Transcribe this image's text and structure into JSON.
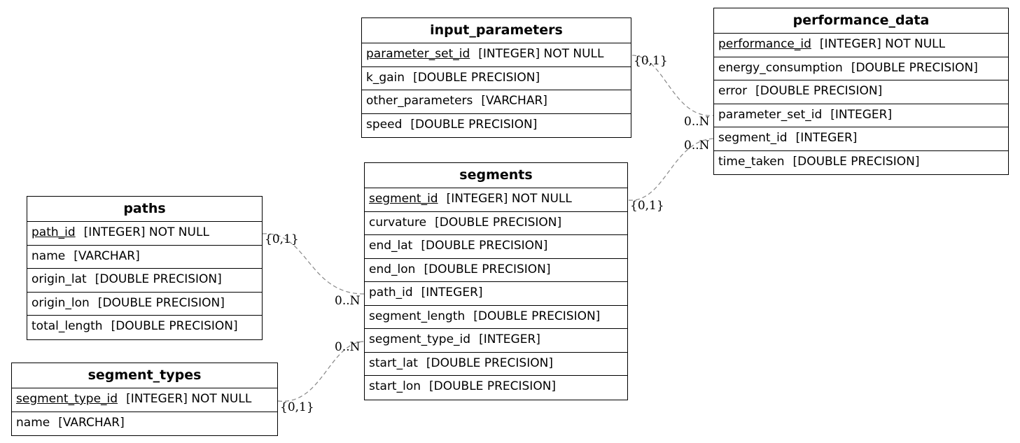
{
  "tables": {
    "input_parameters": {
      "name": "input_parameters",
      "columns": [
        {
          "name": "parameter_set_id",
          "type": "[INTEGER] NOT NULL",
          "pk": true
        },
        {
          "name": "k_gain",
          "type": "[DOUBLE PRECISION]"
        },
        {
          "name": "other_parameters",
          "type": "[VARCHAR]"
        },
        {
          "name": "speed",
          "type": "[DOUBLE PRECISION]"
        }
      ]
    },
    "performance_data": {
      "name": "performance_data",
      "columns": [
        {
          "name": "performance_id",
          "type": "[INTEGER] NOT NULL",
          "pk": true
        },
        {
          "name": "energy_consumption",
          "type": "[DOUBLE PRECISION]"
        },
        {
          "name": "error",
          "type": "[DOUBLE PRECISION]"
        },
        {
          "name": "parameter_set_id",
          "type": "[INTEGER]"
        },
        {
          "name": "segment_id",
          "type": "[INTEGER]"
        },
        {
          "name": "time_taken",
          "type": "[DOUBLE PRECISION]"
        }
      ]
    },
    "segments": {
      "name": "segments",
      "columns": [
        {
          "name": "segment_id",
          "type": "[INTEGER] NOT NULL",
          "pk": true
        },
        {
          "name": "curvature",
          "type": "[DOUBLE PRECISION]"
        },
        {
          "name": "end_lat",
          "type": "[DOUBLE PRECISION]"
        },
        {
          "name": "end_lon",
          "type": "[DOUBLE PRECISION]"
        },
        {
          "name": "path_id",
          "type": "[INTEGER]"
        },
        {
          "name": "segment_length",
          "type": "[DOUBLE PRECISION]"
        },
        {
          "name": "segment_type_id",
          "type": "[INTEGER]"
        },
        {
          "name": "start_lat",
          "type": "[DOUBLE PRECISION]"
        },
        {
          "name": "start_lon",
          "type": "[DOUBLE PRECISION]"
        }
      ]
    },
    "paths": {
      "name": "paths",
      "columns": [
        {
          "name": "path_id",
          "type": "[INTEGER] NOT NULL",
          "pk": true
        },
        {
          "name": "name",
          "type": "[VARCHAR]"
        },
        {
          "name": "origin_lat",
          "type": "[DOUBLE PRECISION]"
        },
        {
          "name": "origin_lon",
          "type": "[DOUBLE PRECISION]"
        },
        {
          "name": "total_length",
          "type": "[DOUBLE PRECISION]"
        }
      ]
    },
    "segment_types": {
      "name": "segment_types",
      "columns": [
        {
          "name": "segment_type_id",
          "type": "[INTEGER] NOT NULL",
          "pk": true
        },
        {
          "name": "name",
          "type": "[VARCHAR]"
        }
      ]
    }
  },
  "relations": [
    {
      "from": "performance_data.parameter_set_id",
      "to": "input_parameters.parameter_set_id",
      "many_label": "0..N",
      "one_label": "{0,1}"
    },
    {
      "from": "performance_data.segment_id",
      "to": "segments.segment_id",
      "many_label": "0..N",
      "one_label": "{0,1}"
    },
    {
      "from": "segments.path_id",
      "to": "paths.path_id",
      "many_label": "0..N",
      "one_label": "{0,1}"
    },
    {
      "from": "segments.segment_type_id",
      "to": "segment_types.segment_type_id",
      "many_label": "0..N",
      "one_label": "{0,1}"
    }
  ]
}
